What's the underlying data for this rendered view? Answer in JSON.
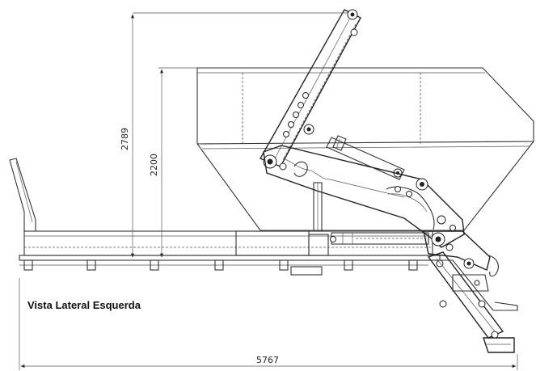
{
  "drawing": {
    "view_title": "Vista Lateral Esquerda",
    "dimensions": {
      "overall_height": "2789",
      "body_height": "2200",
      "overall_length": "5767"
    }
  }
}
